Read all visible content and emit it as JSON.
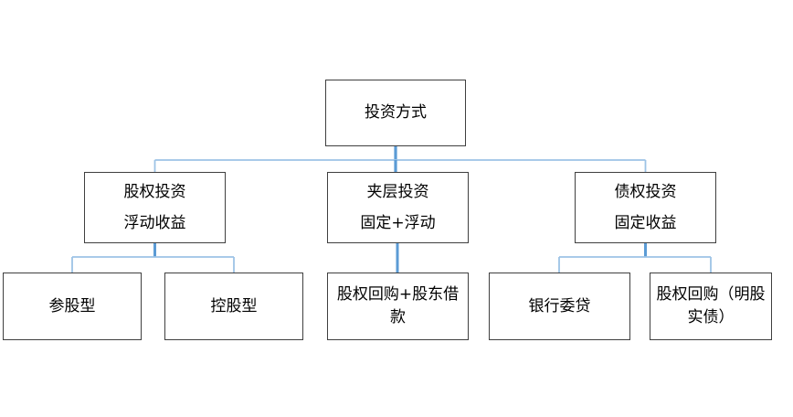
{
  "diagram": {
    "title_node": {
      "id": "root",
      "label": "投资方式"
    },
    "level2": [
      {
        "id": "equity",
        "line1": "股权投资",
        "line2": "浮动收益"
      },
      {
        "id": "mezzanine",
        "line1": "夹层投资",
        "line2": "固定+浮动"
      },
      {
        "id": "debt",
        "line1": "债权投资",
        "line2": "固定收益"
      }
    ],
    "level3": [
      {
        "id": "minority",
        "label": "参股型",
        "parent": "equity"
      },
      {
        "id": "controlling",
        "label": "控股型",
        "parent": "equity"
      },
      {
        "id": "buyback-loan",
        "label": "股权回购+股东借款",
        "parent": "mezzanine"
      },
      {
        "id": "bank-entrusted",
        "label": "银行委贷",
        "parent": "debt"
      },
      {
        "id": "buyback-debt",
        "label": "股权回购（明股实债）",
        "parent": "debt"
      }
    ],
    "colors": {
      "box_border": "#3f3f3f",
      "box_fill": "#ffffff",
      "connector_light": "#9dc3e6",
      "connector_dark": "#5b9bd5",
      "text": "#000000",
      "background": "#ffffff"
    }
  }
}
